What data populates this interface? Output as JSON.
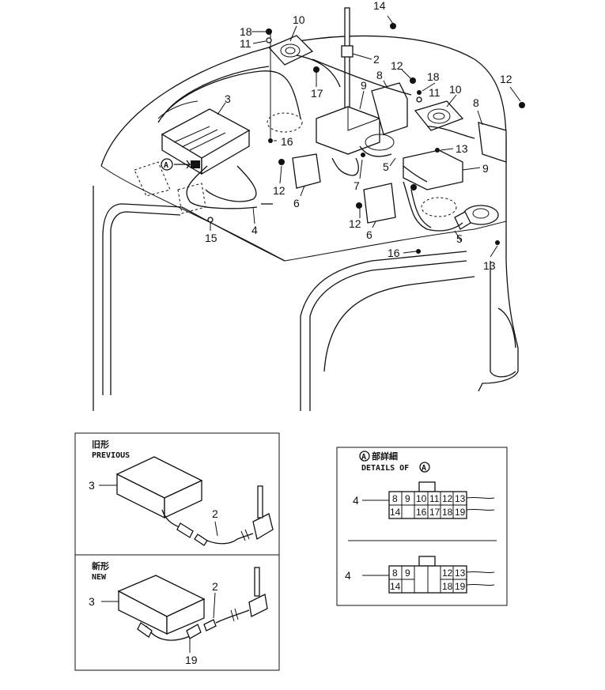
{
  "callouts": {
    "c1": "18",
    "c2": "11",
    "c3": "10",
    "c4": "14",
    "c5": "2",
    "c6": "12",
    "c7": "18",
    "c8": "11",
    "c9": "10",
    "c10": "12",
    "c11": "17",
    "c12": "8",
    "c13": "9",
    "c14": "3",
    "c15": "8",
    "c16": "16",
    "c17": "13",
    "c18": "12",
    "c19": "7",
    "c20": "5",
    "c21": "9",
    "c22": "6",
    "c23": "12",
    "c24": "6",
    "c25": "4",
    "c26": "15",
    "c27": "16",
    "c28": "5",
    "c29": "13"
  },
  "marker": "A",
  "previous_panel": {
    "title_jp": "旧形",
    "title_en": "PREVIOUS",
    "labels": [
      "3",
      "2"
    ]
  },
  "new_panel": {
    "title_jp": "新形",
    "title_en": "NEW",
    "labels": [
      "3",
      "2",
      "19"
    ]
  },
  "detail_panel": {
    "title_jp": "部詳細",
    "title_en": "DETAILS OF",
    "connector_label_1": "4",
    "connector_label_2": "4",
    "connector1_top": [
      "8",
      "9",
      "10",
      "11",
      "12",
      "13"
    ],
    "connector1_bottom": [
      "14",
      "",
      "16",
      "17",
      "18",
      "19"
    ],
    "connector2_top": [
      "8",
      "9",
      "",
      "",
      "12",
      "13"
    ],
    "connector2_bottom": [
      "14",
      "",
      "",
      "",
      "18",
      "19"
    ]
  }
}
